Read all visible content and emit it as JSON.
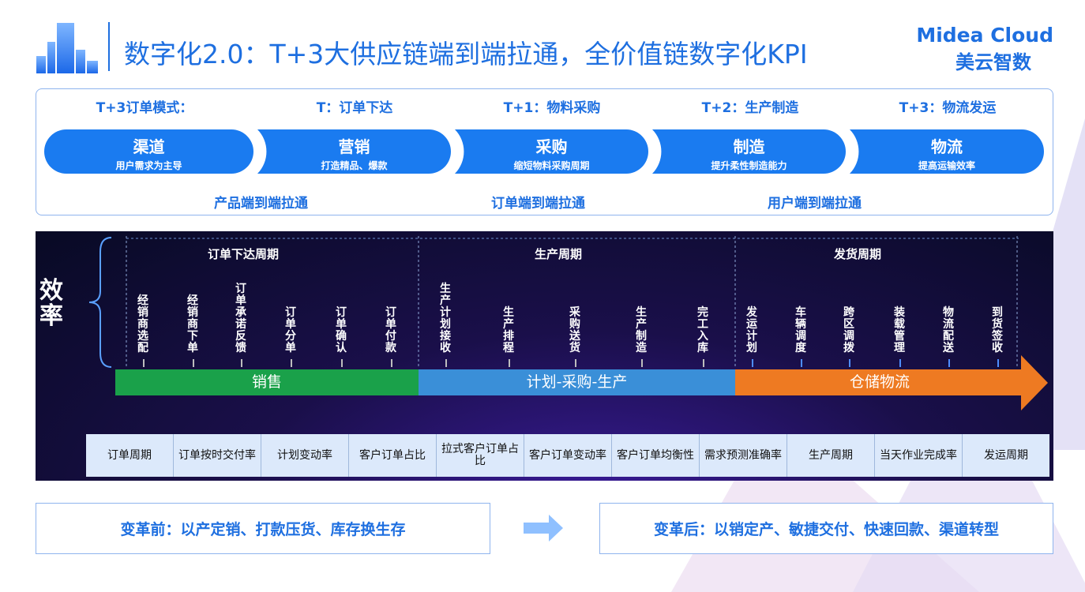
{
  "header": {
    "title": "数字化2.0：T+3大供应链端到端拉通，全价值链数字化KPI",
    "brand_en": "Midea Cloud",
    "brand_cn": "美云智数"
  },
  "stages": [
    {
      "title": "T+3订单模式：",
      "name": "渠道",
      "sub": "用户需求为主导"
    },
    {
      "title": "T：订单下达",
      "name": "营销",
      "sub": "打造精品、爆款"
    },
    {
      "title": "T+1：物料采购",
      "name": "采购",
      "sub": "缩短物料采购周期"
    },
    {
      "title": "T+2：生产制造",
      "name": "制造",
      "sub": "提升柔性制造能力"
    },
    {
      "title": "T+3：物流发运",
      "name": "物流",
      "sub": "提高运输效率"
    }
  ],
  "flows": [
    "产品端到端拉通",
    "订单端到端拉通",
    "用户端到端拉通"
  ],
  "efficiency": {
    "label": "效率",
    "phases": [
      "订单下达周期",
      "生产周期",
      "发货周期"
    ],
    "steps": [
      "经销商选配",
      "经销商下单",
      "订单承诺反馈",
      "订单分单",
      "订单确认",
      "订单付款",
      "生产计划接收",
      "生产排程",
      "采购送货",
      "生产制造",
      "完工入库",
      "发运计划",
      "车辆调度",
      "跨区调拨",
      "装载管理",
      "物流配送",
      "到货签收"
    ],
    "bands": [
      "销售",
      "计划-采购-生产",
      "仓储物流"
    ],
    "band_colors": [
      "#1aa14a",
      "#3a8fd8",
      "#ee7a22"
    ],
    "kpis": [
      "订单周期",
      "订单按时交付率",
      "计划变动率",
      "客户订单占比",
      "拉式客户订单占比",
      "客户订单变动率",
      "客户订单均衡性",
      "需求预测准确率",
      "生产周期",
      "当天作业完成率",
      "发运周期"
    ]
  },
  "before": "变革前：以产定销、打款压货、库存换生存",
  "after": "变革后：以销定产、敏捷交付、快速回款、渠道转型",
  "accent": "#1e6fe0"
}
